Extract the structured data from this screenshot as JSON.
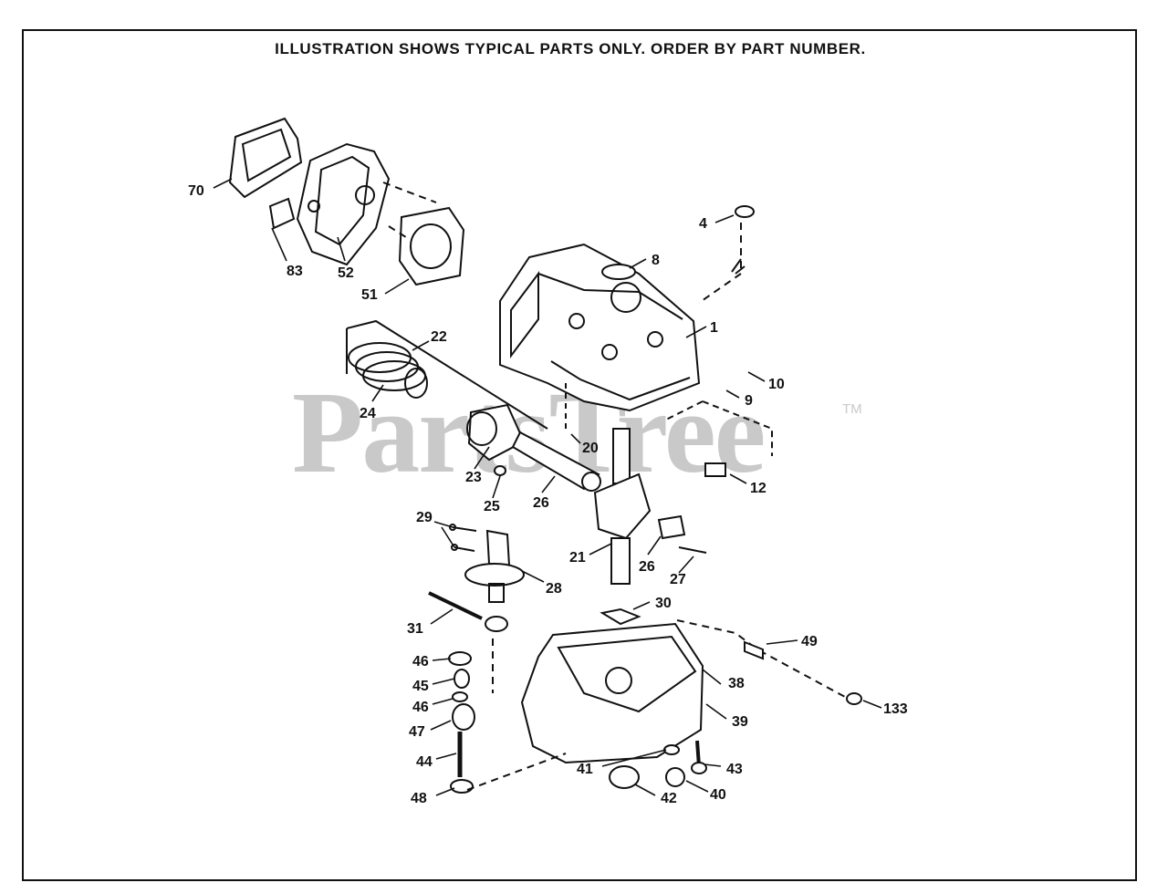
{
  "header": {
    "text": "ILLUSTRATION SHOWS TYPICAL PARTS ONLY. ORDER BY PART NUMBER."
  },
  "watermark": {
    "text": "PartsTree",
    "tm": "TM"
  },
  "callouts": [
    "70",
    "83",
    "52",
    "51",
    "4",
    "8",
    "1",
    "22",
    "24",
    "10",
    "9",
    "12",
    "20",
    "23",
    "25",
    "26",
    "21",
    "26",
    "27",
    "29",
    "28",
    "30",
    "31",
    "49",
    "46",
    "45",
    "46",
    "47",
    "38",
    "39",
    "133",
    "44",
    "41",
    "43",
    "48",
    "42",
    "40"
  ],
  "colors": {
    "ink": "#111111",
    "watermark": "#c9c9c9",
    "background": "#ffffff"
  }
}
